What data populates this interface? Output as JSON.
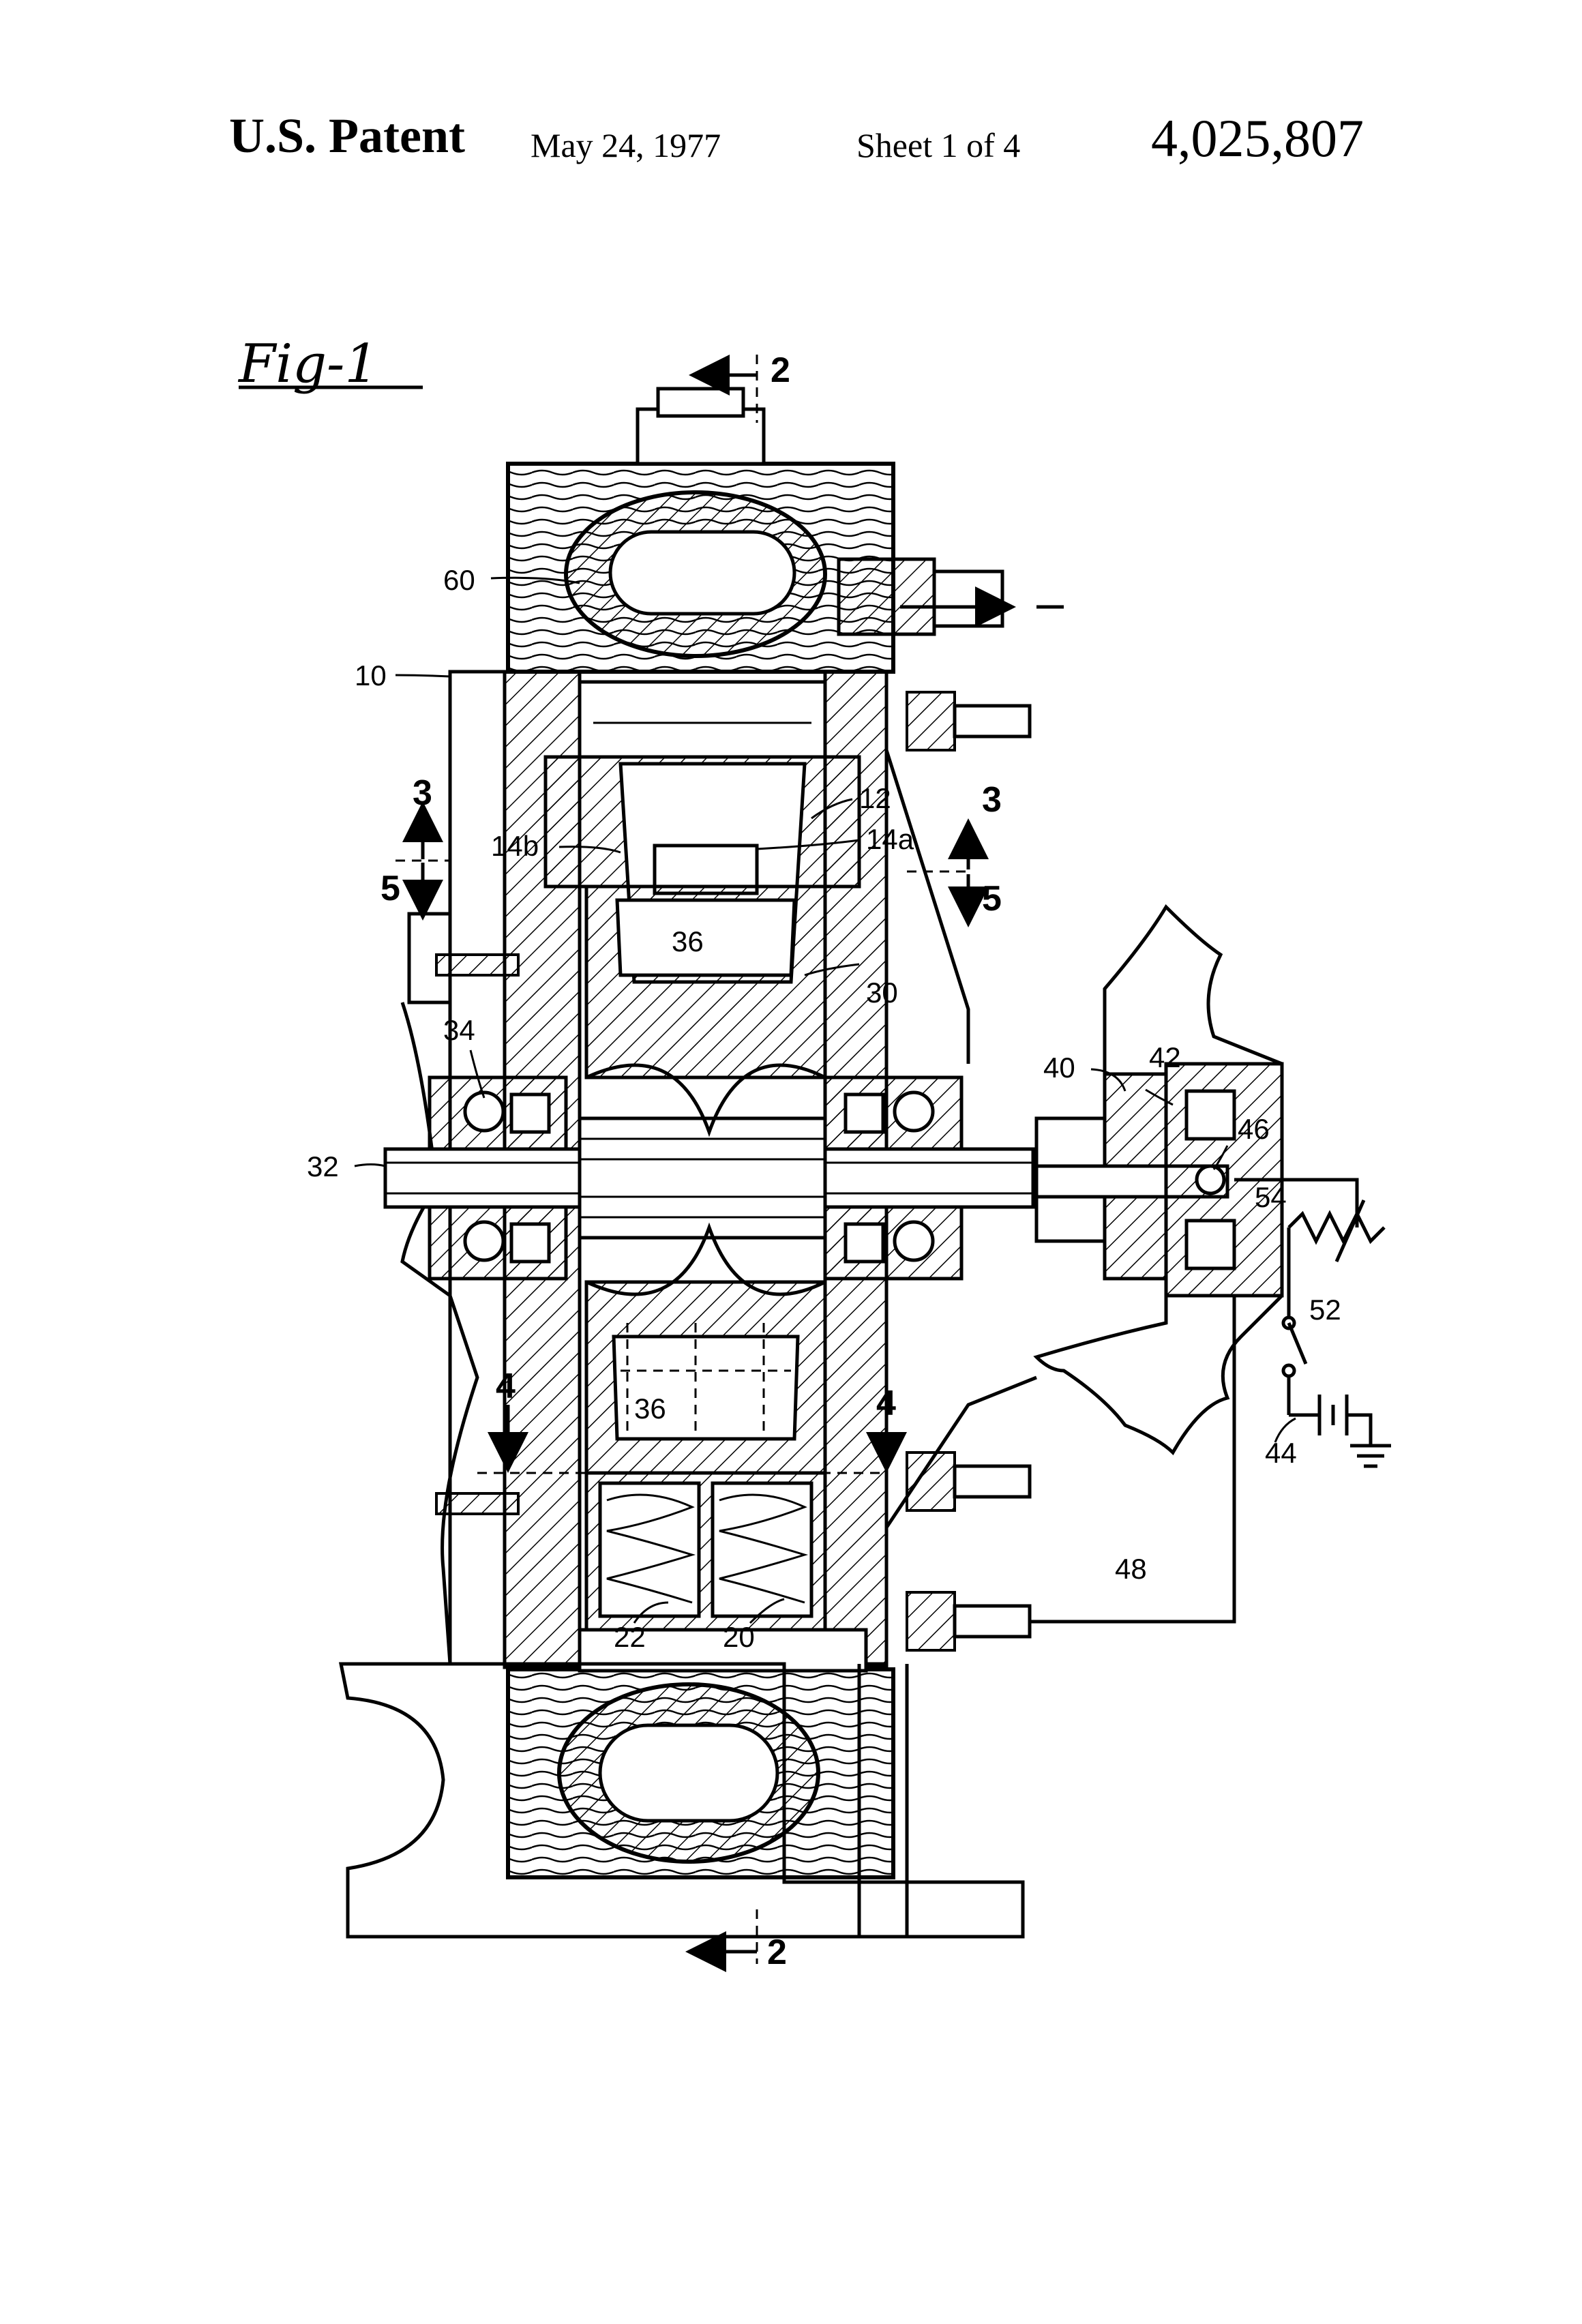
{
  "header": {
    "left": "U.S. Patent",
    "date": "May 24, 1977",
    "sheet": "Sheet 1 of 4",
    "patent_number": "4,025,807"
  },
  "figure": {
    "label": "Fig-1"
  },
  "reference_numerals": {
    "r10": "10",
    "r12": "12",
    "r14a": "14a",
    "r14b": "14b",
    "r20": "20",
    "r22": "22",
    "r30": "30",
    "r32": "32",
    "r34": "34",
    "r36_top": "36",
    "r36_bottom": "36",
    "r40": "40",
    "r42": "42",
    "r44": "44",
    "r46": "46",
    "r48": "48",
    "r52": "52",
    "r54": "54",
    "r60": "60"
  },
  "section_marks": {
    "s2_top": "2",
    "s2_bottom": "2",
    "s3_left": "3",
    "s3_right": "3",
    "s4_left": "4",
    "s4_right": "4",
    "s5_left": "5",
    "s5_right": "5"
  }
}
